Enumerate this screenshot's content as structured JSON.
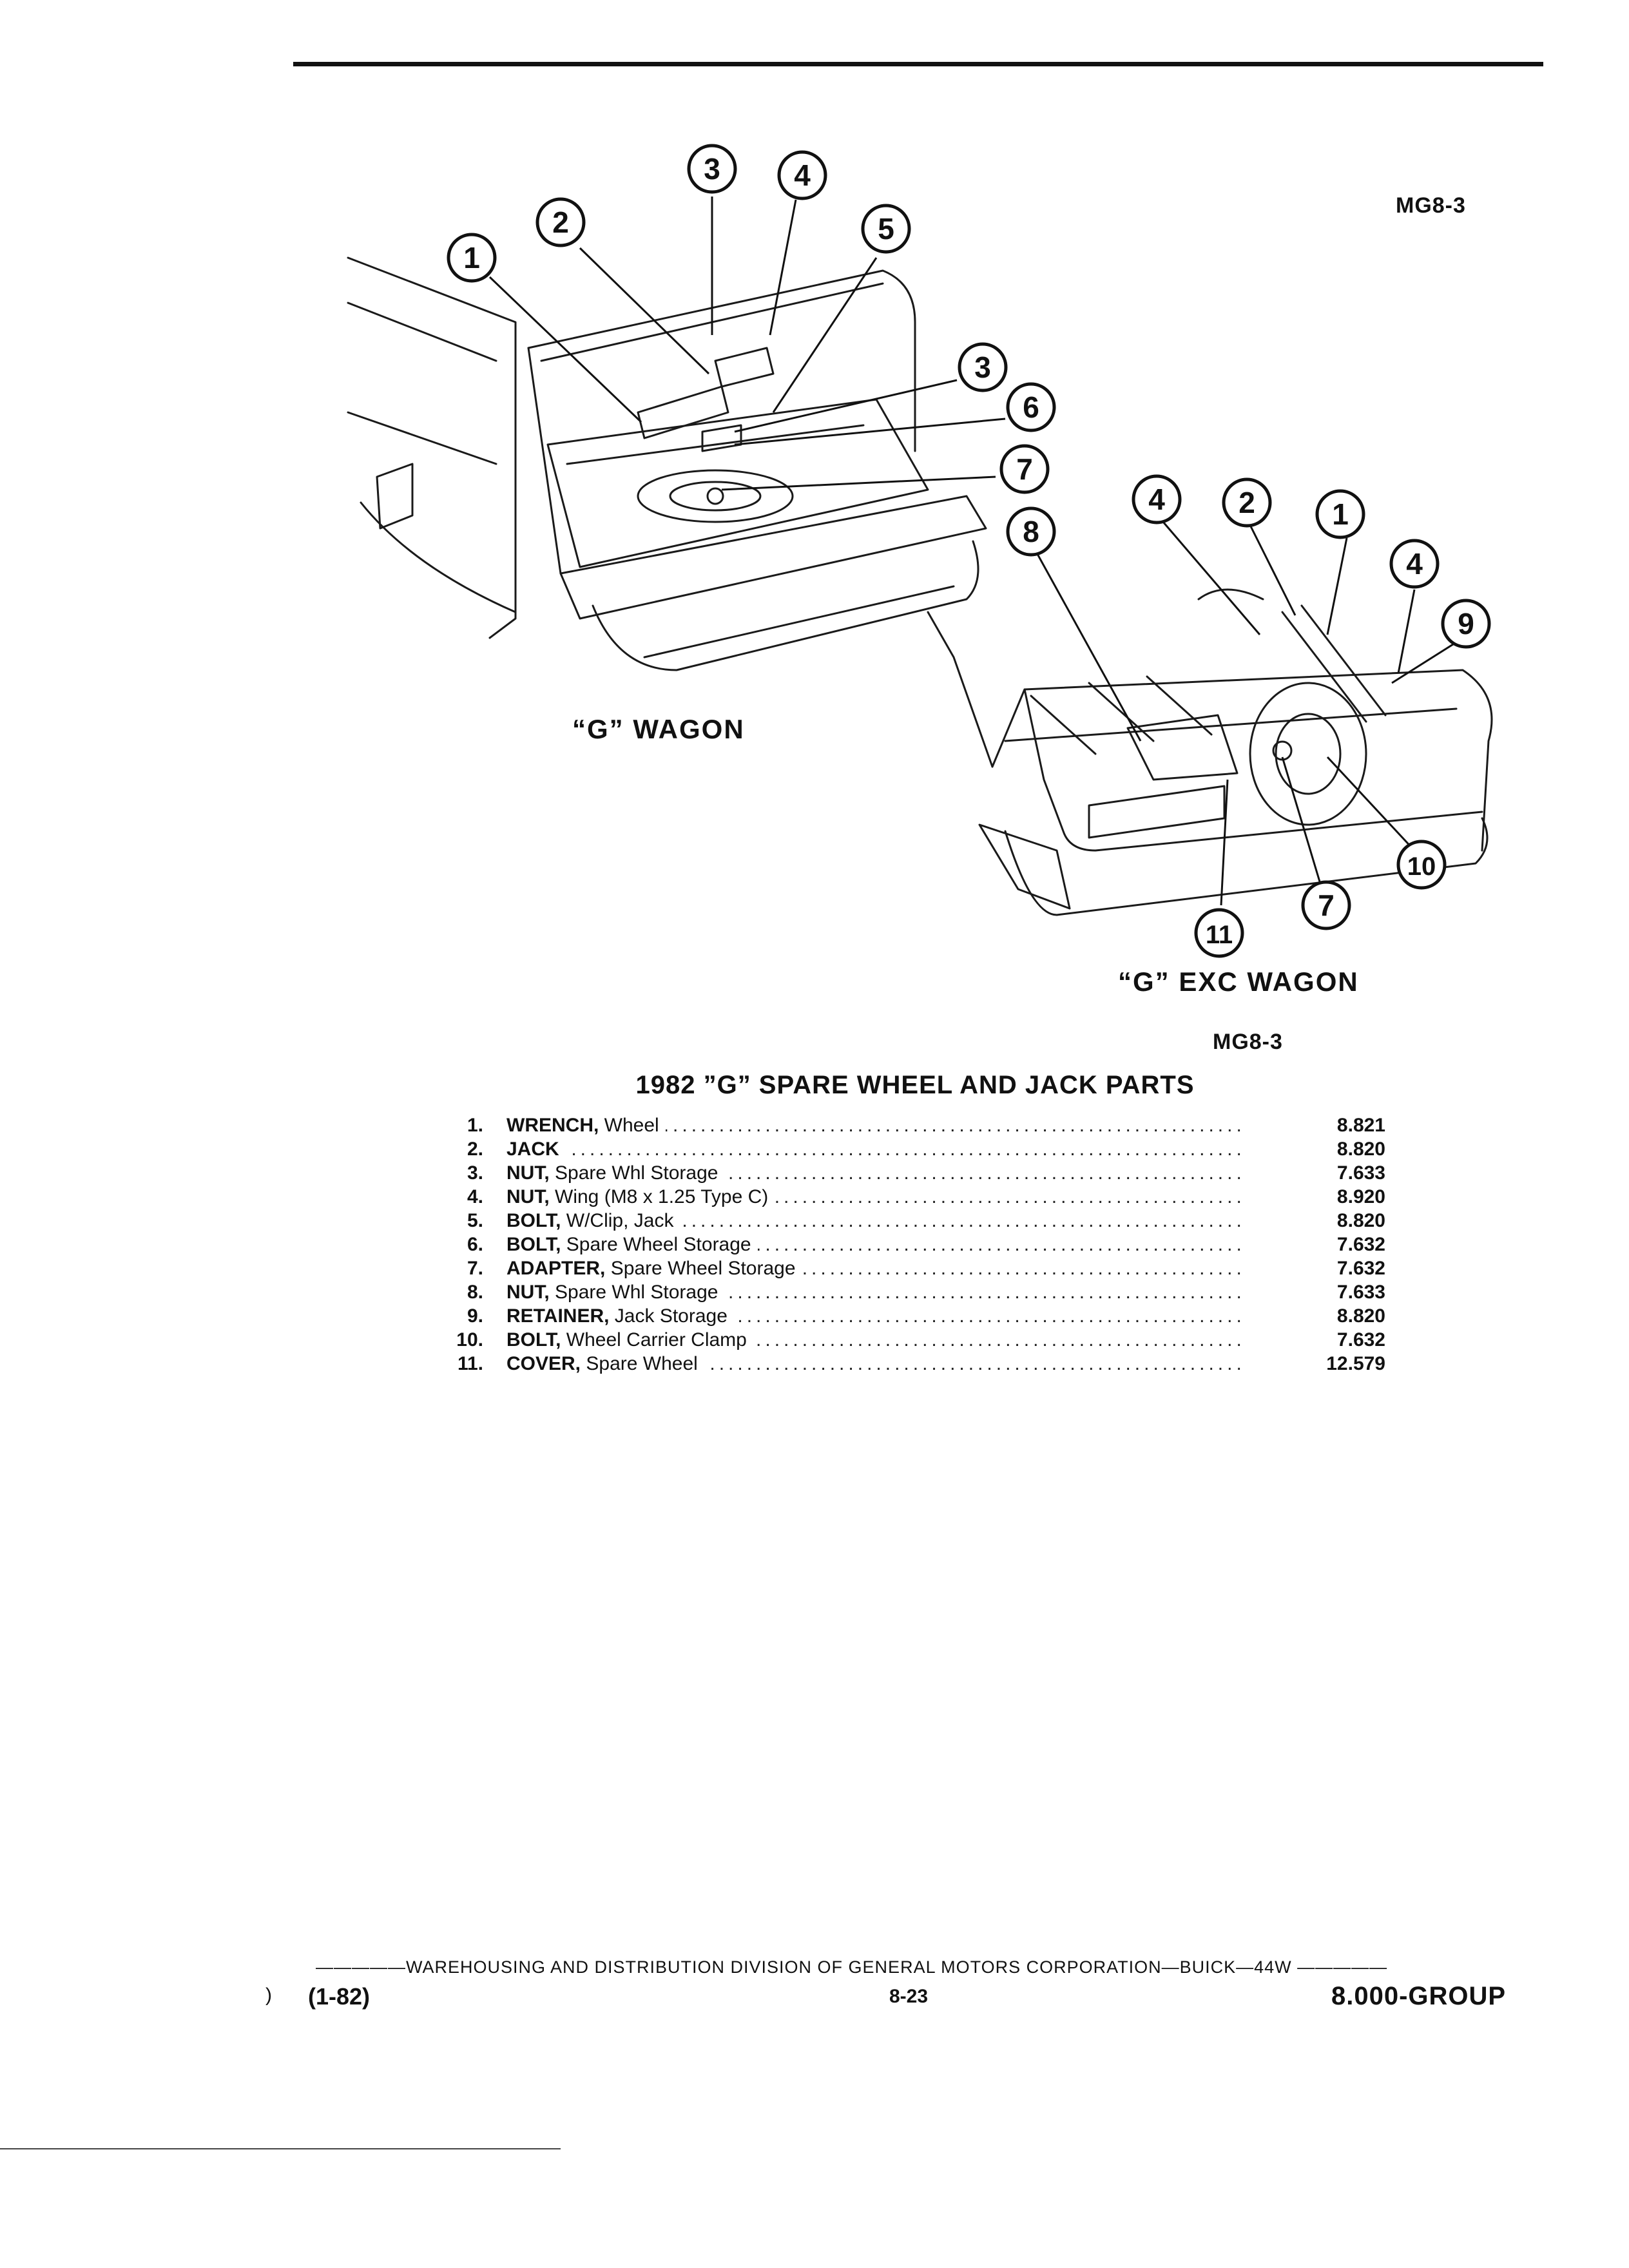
{
  "header": {
    "ref_top": "MG8-3",
    "ref_mid": "MG8-3"
  },
  "figures": {
    "left_caption": "“G” WAGON",
    "right_caption": "“G” EXC WAGON",
    "left_callouts": [
      "1",
      "2",
      "3",
      "4",
      "5",
      "3",
      "6",
      "7"
    ],
    "right_callouts": [
      "8",
      "4",
      "2",
      "1",
      "4",
      "9",
      "10",
      "7",
      "11"
    ]
  },
  "parts_table": {
    "title": "1982 ”G” SPARE WHEEL AND JACK PARTS",
    "rows": [
      {
        "num": "1.",
        "name": "WRENCH,",
        "desc": "Wheel",
        "group": "8.821"
      },
      {
        "num": "2.",
        "name": "JACK",
        "desc": "",
        "group": "8.820"
      },
      {
        "num": "3.",
        "name": "NUT,",
        "desc": "Spare Whl Storage",
        "group": "7.633"
      },
      {
        "num": "4.",
        "name": "NUT,",
        "desc": "Wing (M8 x 1.25 Type C)",
        "group": "8.920"
      },
      {
        "num": "5.",
        "name": "BOLT,",
        "desc": "W/Clip, Jack",
        "group": "8.820"
      },
      {
        "num": "6.",
        "name": "BOLT,",
        "desc": "Spare Wheel Storage",
        "group": "7.632"
      },
      {
        "num": "7.",
        "name": "ADAPTER,",
        "desc": "Spare Wheel Storage",
        "group": "7.632"
      },
      {
        "num": "8.",
        "name": "NUT,",
        "desc": "Spare Whl Storage",
        "group": "7.633"
      },
      {
        "num": "9.",
        "name": "RETAINER,",
        "desc": "Jack Storage",
        "group": "8.820"
      },
      {
        "num": "10.",
        "name": "BOLT,",
        "desc": "Wheel Carrier Clamp",
        "group": "7.632"
      },
      {
        "num": "11.",
        "name": "COVER,",
        "desc": "Spare Wheel",
        "group": "12.579"
      }
    ]
  },
  "footer": {
    "line": "—————WAREHOUSING AND DISTRIBUTION  DIVISION OF GENERAL MOTORS CORPORATION—BUICK—44W  —————",
    "left": "(1-82)",
    "center": "8-23",
    "right": "8.000-GROUP",
    "edge_mark": ")"
  }
}
